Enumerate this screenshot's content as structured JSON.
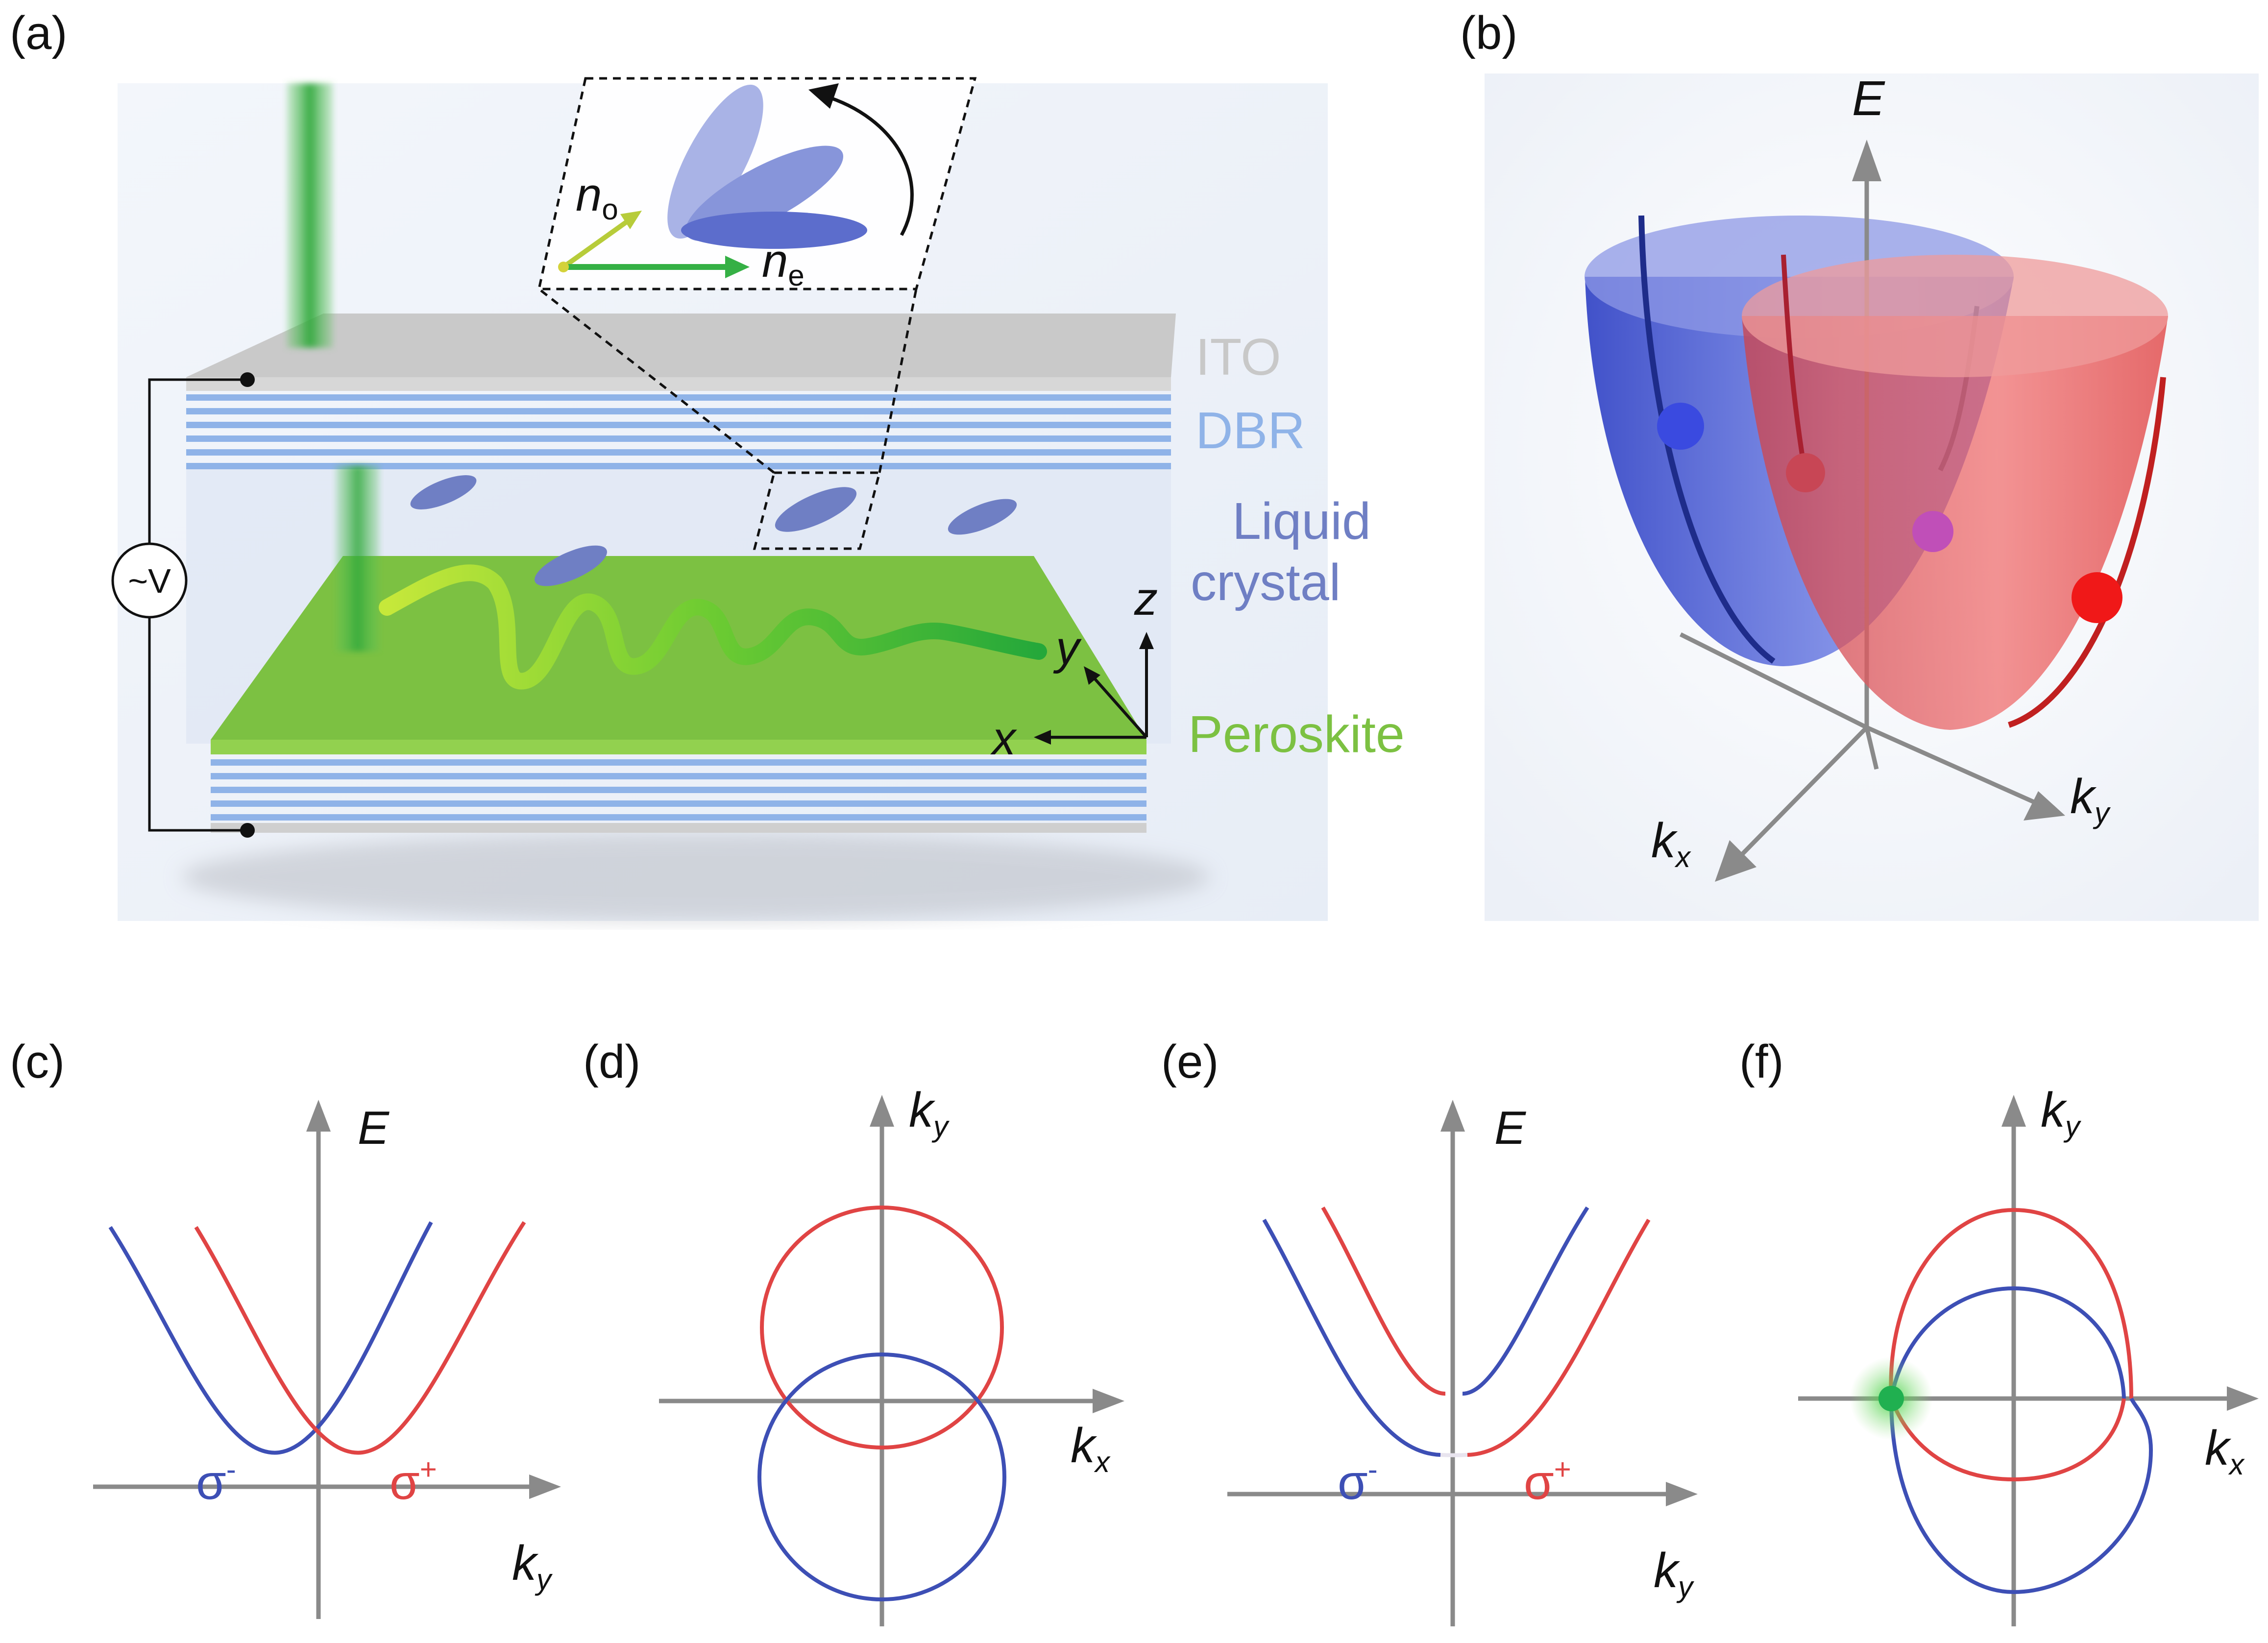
{
  "figure": {
    "panel_labels": [
      "(a)",
      "(b)",
      "(c)",
      "(d)",
      "(e)",
      "(f)"
    ],
    "colors": {
      "blue_branch": "#3d4fb5",
      "red_branch": "#e04444",
      "axis": "#8a8a8a",
      "perovskite": "#7cc142",
      "dbr": "#8fb3e8",
      "ito": "#bbbbbb",
      "liquid_crystal": "#6f7fc4",
      "node": "#20b050"
    }
  },
  "panel_a": {
    "labels": {
      "ito": "ITO",
      "dbr": "DBR",
      "lc_line1": "Liquid",
      "lc_line2": "crystal",
      "perovskite": "Peroskite",
      "voltage": "~V"
    },
    "inset": {
      "n_o_base": "n",
      "n_o_sub": "o",
      "n_e_base": "n",
      "n_e_sub": "e"
    },
    "axes": {
      "x": "x",
      "y": "y",
      "z": "z"
    }
  },
  "panel_b": {
    "axes": {
      "energy": "E",
      "kx_base": "k",
      "kx_sub": "x",
      "ky_base": "k",
      "ky_sub": "y"
    }
  },
  "panel_c": {
    "axes": {
      "vertical": "E",
      "horizontal_base": "k",
      "horizontal_sub": "y"
    },
    "branch_labels": {
      "left_base": "σ",
      "left_sup": "-",
      "right_base": "σ",
      "right_sup": "+"
    }
  },
  "panel_d": {
    "axes": {
      "vertical_base": "k",
      "vertical_sub": "y",
      "horizontal_base": "k",
      "horizontal_sub": "x"
    }
  },
  "panel_e": {
    "axes": {
      "vertical": "E",
      "horizontal_base": "k",
      "horizontal_sub": "y"
    },
    "branch_labels": {
      "left_base": "σ",
      "left_sup": "-",
      "right_base": "σ",
      "right_sup": "+"
    }
  },
  "panel_f": {
    "axes": {
      "vertical_base": "k",
      "vertical_sub": "y",
      "horizontal_base": "k",
      "horizontal_sub": "x"
    }
  }
}
